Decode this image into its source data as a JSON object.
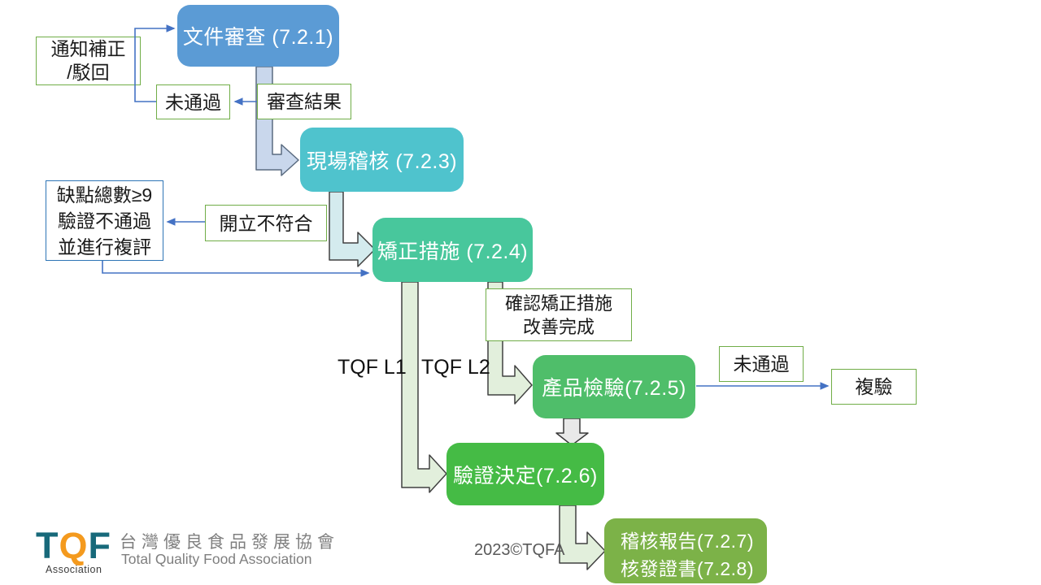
{
  "flowchart": {
    "stages": {
      "doc_review": {
        "label": "文件審查 (7.2.1)",
        "color": "#5b9bd5"
      },
      "site_audit": {
        "label": "現場稽核 (7.2.3)",
        "color": "#4fc3cd"
      },
      "corrective_action": {
        "label": "矯正措施 (7.2.4)",
        "color": "#48c79c"
      },
      "product_test": {
        "label": "產品檢驗(7.2.5)",
        "color": "#4fbe6a"
      },
      "decision": {
        "label": "驗證決定(7.2.6)",
        "color": "#45bb45"
      },
      "report": {
        "line1": "稽核報告(7.2.7)",
        "line2": "核發證書(7.2.8)",
        "color": "#7cb248"
      }
    },
    "notes": {
      "notify": {
        "line1": "通知補正",
        "line2": "/駁回"
      },
      "fail_doc": "未通過",
      "review_result": "審查結果",
      "defect": {
        "line1": "缺點總數≥9",
        "line2": "驗證不通過",
        "line3": "並進行複評"
      },
      "nonconformity": "開立不符合",
      "confirm": {
        "line1": "確認矯正措施",
        "line2": "改善完成"
      },
      "fail_product": "未通過",
      "retest": "複驗"
    },
    "branch_labels": {
      "l1": "TQF L1",
      "l2": "TQF L2"
    }
  },
  "footer": {
    "copyright": "2023©TQFA",
    "logo": {
      "t": "T",
      "q": "Q",
      "f": "F",
      "sub": "Association",
      "teal": "#17697a",
      "orange": "#f49a1e"
    },
    "org_name_zh": "台灣優良食品發展協會",
    "org_name_en": "Total Quality Food Association"
  },
  "colors": {
    "connector_blue": "#4472c4",
    "note_border_green": "#70ad47",
    "note_border_blue": "#2e75b6",
    "block_arrow_blue": "#c9d7ec",
    "block_arrow_cyan": "#d4ebee",
    "block_arrow_green": "#e2efdc",
    "block_arrow_gray": "#e9e9e9"
  }
}
